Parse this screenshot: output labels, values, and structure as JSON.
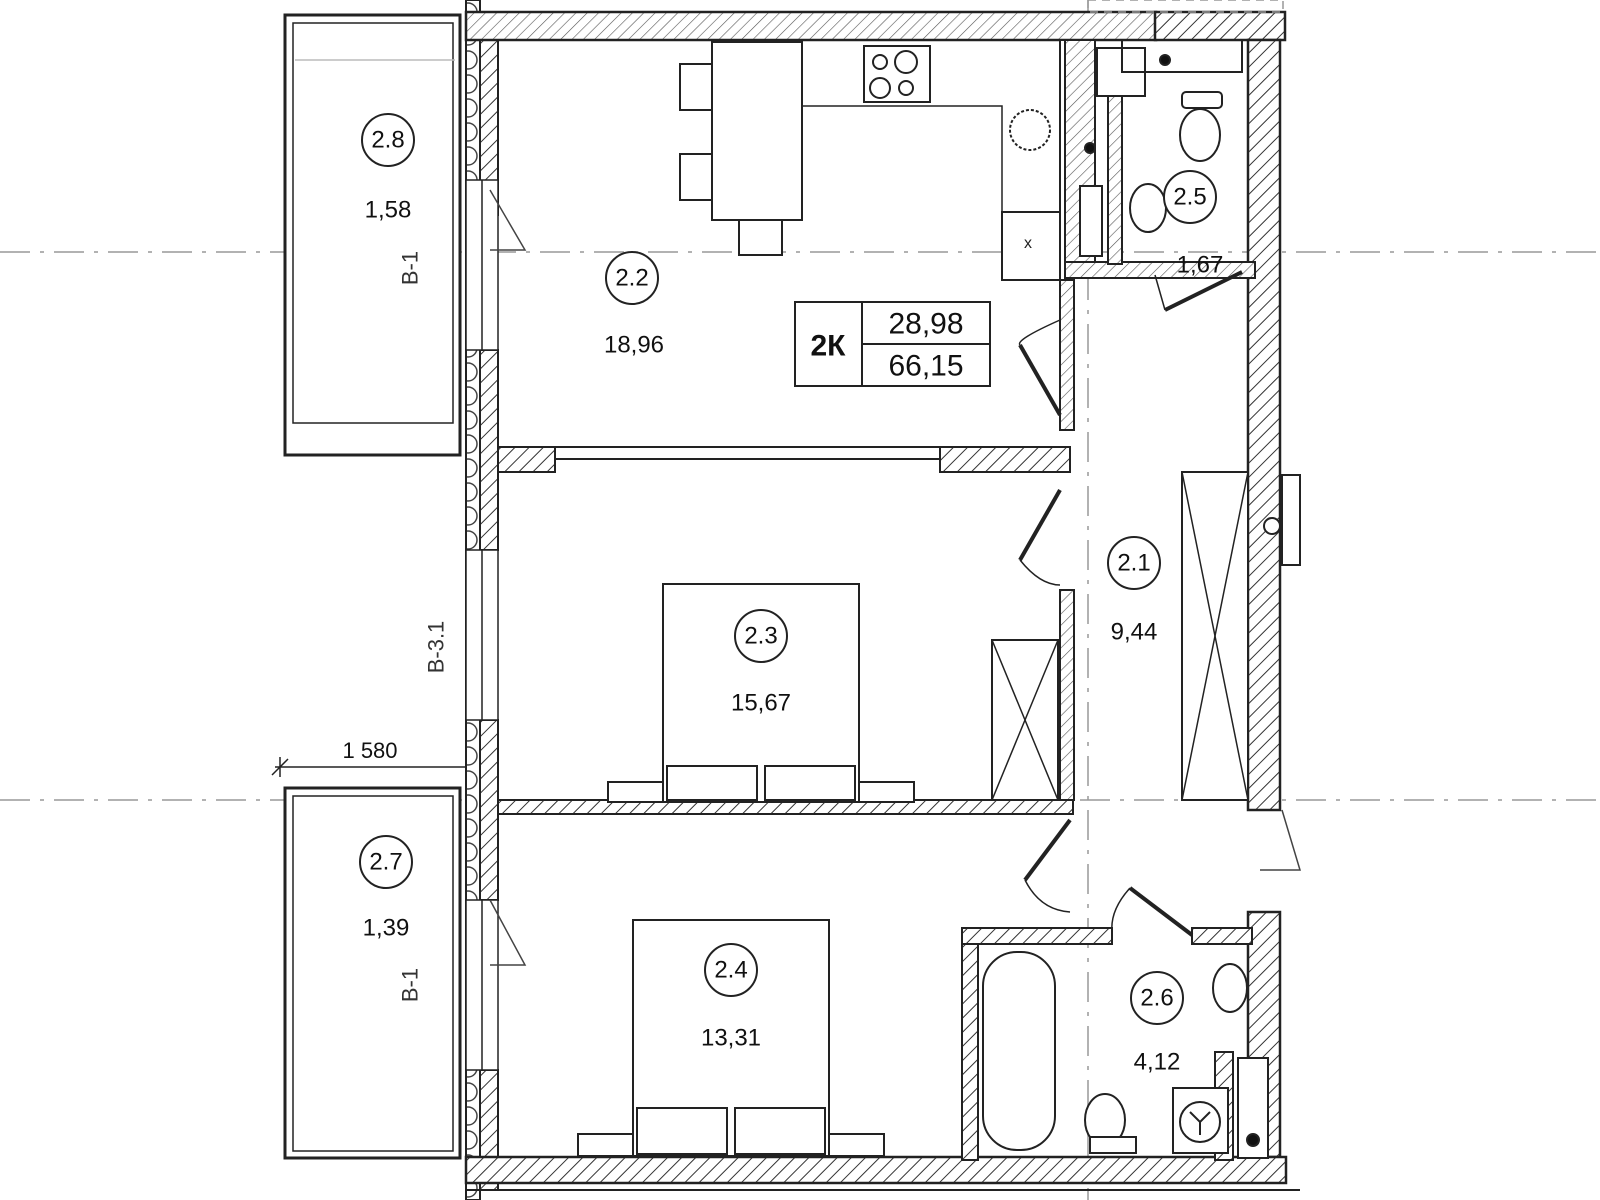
{
  "plan": {
    "apartment_type": "2К",
    "living_area": "28,98",
    "total_area": "66,15",
    "dimension": "1 580",
    "balcony_markers": [
      "В-1",
      "В-3.1",
      "В-1"
    ],
    "rooms": [
      {
        "id": "2.1",
        "area": "9,44",
        "name": "hallway"
      },
      {
        "id": "2.2",
        "area": "18,96",
        "name": "kitchen-living"
      },
      {
        "id": "2.3",
        "area": "15,67",
        "name": "bedroom-1"
      },
      {
        "id": "2.4",
        "area": "13,31",
        "name": "bedroom-2"
      },
      {
        "id": "2.5",
        "area": "1,67",
        "name": "toilet"
      },
      {
        "id": "2.6",
        "area": "4,12",
        "name": "bathroom"
      },
      {
        "id": "2.7",
        "area": "1,39",
        "name": "balcony-south"
      },
      {
        "id": "2.8",
        "area": "1,58",
        "name": "balcony-north"
      }
    ]
  }
}
